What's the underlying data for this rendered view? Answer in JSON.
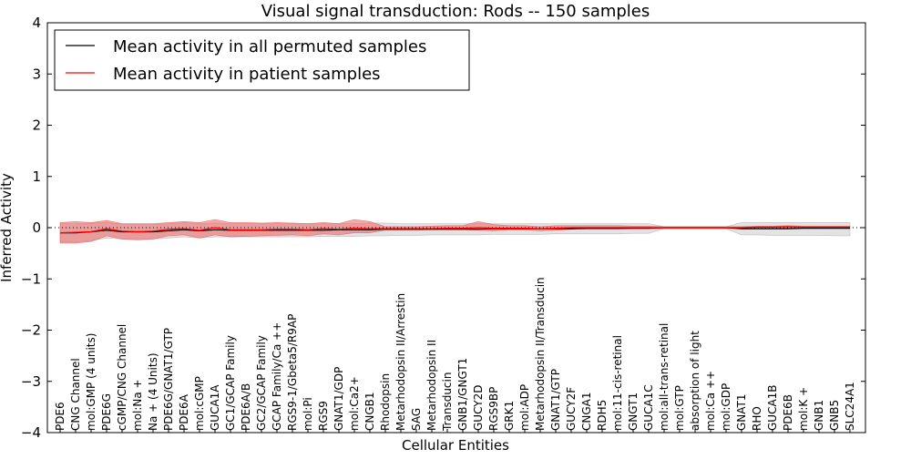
{
  "chart_data": {
    "type": "line",
    "title": "Visual signal transduction: Rods -- 150 samples",
    "xlabel": "Cellular Entities",
    "ylabel": "Inferred Activity",
    "ylim": [
      -4,
      4
    ],
    "yticks": [
      -4,
      -3,
      -2,
      -1,
      0,
      1,
      2,
      3,
      4
    ],
    "ytick_labels": [
      "−4",
      "−3",
      "−2",
      "−1",
      "0",
      "1",
      "2",
      "3",
      "4"
    ],
    "grid": false,
    "legend_position": "top-left",
    "reference_line": {
      "y": 0,
      "style": "dotted"
    },
    "categories": [
      "PDE6",
      "CNG Channel",
      "mol:GMP (4 units)",
      "PDE6G",
      "cGMP/CNG Channel",
      "mol:Na +",
      "Na + (4 Units)",
      "PDE6G/GNAT1/GTP",
      "PDE6A",
      "mol:cGMP",
      "GUCA1A",
      "GC1/GCAP Family",
      "PDE6A/B",
      "GC2/GCAP Family",
      "GCAP Family/Ca ++",
      "RGS9-1/Gbeta5/R9AP",
      "mol:Pi",
      "RGS9",
      "GNAT1/GDP",
      "mol:Ca2+",
      "CNGB1",
      "Rhodopsin",
      "Metarhodopsin II/Arrestin",
      "SAG",
      "Metarhodopsin II",
      "Transducin",
      "GNB1/GNGT1",
      "GUCY2D",
      "RGS9BP",
      "GRK1",
      "mol:ADP",
      "Metarhodopsin II/Transducin",
      "GNAT1/GTP",
      "GUCY2F",
      "CNGA1",
      "RDH5",
      "mol:11-cis-retinal",
      "GNGT1",
      "GUCA1C",
      "mol:all-trans-retinal",
      "mol:GTP",
      "absorption of light",
      "mol:Ca ++",
      "mol:GDP",
      "GNAT1",
      "RHO",
      "GUCA1B",
      "PDE6B",
      "mol:K +",
      "GNB1",
      "GNB5",
      "SLC24A1"
    ],
    "series": [
      {
        "name": "Mean activity in all permuted samples",
        "color": "#000000",
        "values": [
          -0.1,
          -0.1,
          -0.08,
          -0.05,
          -0.08,
          -0.08,
          -0.08,
          -0.06,
          -0.04,
          -0.06,
          -0.04,
          -0.05,
          -0.05,
          -0.05,
          -0.05,
          -0.05,
          -0.05,
          -0.05,
          -0.04,
          -0.04,
          -0.04,
          -0.03,
          -0.03,
          -0.03,
          -0.03,
          -0.03,
          -0.03,
          -0.03,
          -0.02,
          -0.02,
          -0.02,
          -0.02,
          -0.02,
          -0.02,
          -0.01,
          -0.01,
          -0.01,
          -0.01,
          -0.01,
          0.0,
          0.0,
          0.0,
          0.0,
          0.0,
          -0.02,
          -0.02,
          -0.02,
          -0.02,
          -0.01,
          -0.01,
          -0.01,
          -0.01
        ],
        "band_lower": [
          -0.28,
          -0.28,
          -0.25,
          -0.2,
          -0.22,
          -0.22,
          -0.22,
          -0.2,
          -0.18,
          -0.2,
          -0.18,
          -0.18,
          -0.18,
          -0.18,
          -0.18,
          -0.18,
          -0.18,
          -0.17,
          -0.17,
          -0.17,
          -0.16,
          -0.16,
          -0.15,
          -0.15,
          -0.14,
          -0.14,
          -0.14,
          -0.14,
          -0.13,
          -0.13,
          -0.13,
          -0.13,
          -0.12,
          -0.12,
          -0.12,
          -0.12,
          -0.12,
          -0.11,
          -0.11,
          -0.02,
          -0.02,
          -0.02,
          -0.02,
          -0.02,
          -0.14,
          -0.14,
          -0.15,
          -0.15,
          -0.15,
          -0.15,
          -0.16,
          -0.16
        ],
        "band_upper": [
          0.08,
          0.08,
          0.09,
          0.1,
          0.07,
          0.07,
          0.06,
          0.08,
          0.1,
          0.08,
          0.09,
          0.08,
          0.08,
          0.08,
          0.08,
          0.08,
          0.08,
          0.08,
          0.08,
          0.08,
          0.09,
          0.09,
          0.08,
          0.08,
          0.08,
          0.08,
          0.08,
          0.08,
          0.08,
          0.08,
          0.08,
          0.08,
          0.08,
          0.08,
          0.08,
          0.08,
          0.08,
          0.08,
          0.08,
          0.02,
          0.02,
          0.02,
          0.02,
          0.02,
          0.1,
          0.1,
          0.1,
          0.1,
          0.1,
          0.1,
          0.1,
          0.1
        ]
      },
      {
        "name": "Mean activity in patient samples",
        "color": "#ff0000",
        "values": [
          -0.1,
          -0.09,
          -0.08,
          -0.02,
          -0.07,
          -0.08,
          -0.07,
          -0.03,
          -0.02,
          -0.05,
          0.0,
          -0.04,
          -0.04,
          -0.04,
          -0.03,
          -0.03,
          -0.04,
          -0.02,
          -0.03,
          -0.01,
          -0.02,
          -0.02,
          -0.02,
          -0.02,
          -0.02,
          -0.01,
          -0.01,
          0.0,
          -0.01,
          -0.01,
          -0.01,
          -0.02,
          -0.01,
          0.0,
          0.0,
          0.0,
          0.0,
          0.0,
          0.0,
          0.0,
          0.0,
          0.0,
          0.0,
          0.0,
          0.0,
          0.01,
          0.01,
          0.02,
          0.01,
          0.01,
          0.01,
          0.01
        ],
        "band_lower": [
          -0.3,
          -0.3,
          -0.27,
          -0.16,
          -0.22,
          -0.24,
          -0.22,
          -0.16,
          -0.14,
          -0.2,
          -0.14,
          -0.18,
          -0.17,
          -0.16,
          -0.15,
          -0.14,
          -0.16,
          -0.12,
          -0.14,
          -0.1,
          -0.1,
          -0.05,
          -0.05,
          -0.05,
          -0.04,
          -0.04,
          -0.04,
          -0.05,
          -0.06,
          -0.04,
          -0.04,
          -0.06,
          -0.05,
          -0.03,
          -0.03,
          -0.03,
          -0.03,
          -0.02,
          -0.02,
          -0.02,
          -0.02,
          -0.02,
          -0.02,
          -0.02,
          -0.01,
          -0.01,
          -0.01,
          -0.01,
          -0.01,
          -0.01,
          -0.01,
          -0.01
        ],
        "band_upper": [
          0.1,
          0.12,
          0.1,
          0.14,
          0.08,
          0.08,
          0.08,
          0.1,
          0.12,
          0.1,
          0.16,
          0.1,
          0.1,
          0.09,
          0.1,
          0.09,
          0.08,
          0.1,
          0.08,
          0.16,
          0.12,
          0.02,
          0.02,
          0.02,
          0.03,
          0.04,
          0.04,
          0.12,
          0.06,
          0.04,
          0.04,
          0.02,
          0.04,
          0.04,
          0.04,
          0.04,
          0.04,
          0.03,
          0.03,
          0.02,
          0.02,
          0.02,
          0.02,
          0.02,
          0.02,
          0.03,
          0.03,
          0.04,
          0.03,
          0.03,
          0.03,
          0.03
        ]
      }
    ]
  }
}
